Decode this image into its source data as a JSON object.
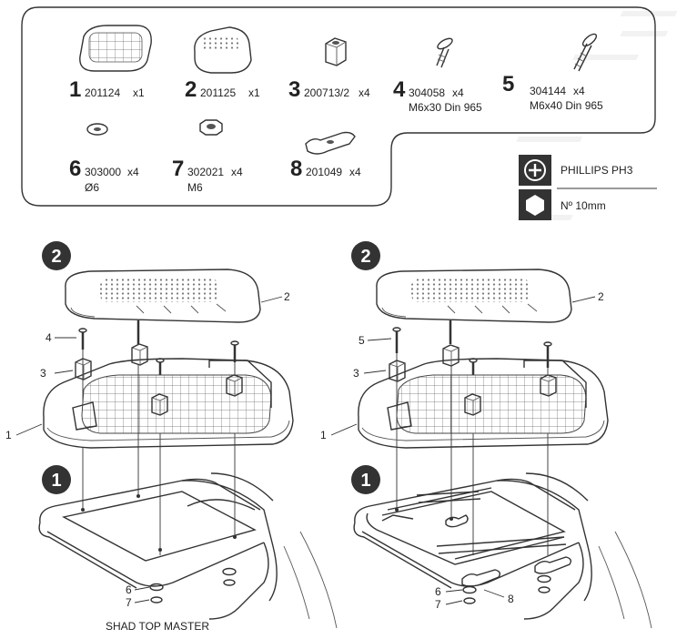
{
  "parts": [
    {
      "num": "1",
      "code": "201124",
      "qty": "x1",
      "spec": ""
    },
    {
      "num": "2",
      "code": "201125",
      "qty": "x1",
      "spec": ""
    },
    {
      "num": "3",
      "code": "200713/2",
      "qty": "x4",
      "spec": ""
    },
    {
      "num": "4",
      "code": "304058",
      "qty": "x4",
      "spec": "M6x30  Din  965"
    },
    {
      "num": "5",
      "code": "304144",
      "qty": "x4",
      "spec": "M6x40  Din  965"
    },
    {
      "num": "6",
      "code": "303000",
      "qty": "x4",
      "spec": "Ø6"
    },
    {
      "num": "7",
      "code": "302021",
      "qty": "x4",
      "spec": "M6"
    },
    {
      "num": "8",
      "code": "201049",
      "qty": "x4",
      "spec": ""
    }
  ],
  "tools": [
    {
      "icon": "phillips-screwdriver-icon",
      "label": "PHILLIPS PH3"
    },
    {
      "icon": "hex-wrench-icon",
      "label": "Nº 10mm"
    }
  ],
  "steps": [
    "1",
    "2"
  ],
  "callouts": {
    "left": [
      "2",
      "4",
      "3",
      "1",
      "6",
      "7"
    ],
    "right": [
      "2",
      "5",
      "3",
      "1",
      "6",
      "7",
      "8"
    ]
  },
  "caption": "SHAD TOP MASTER"
}
